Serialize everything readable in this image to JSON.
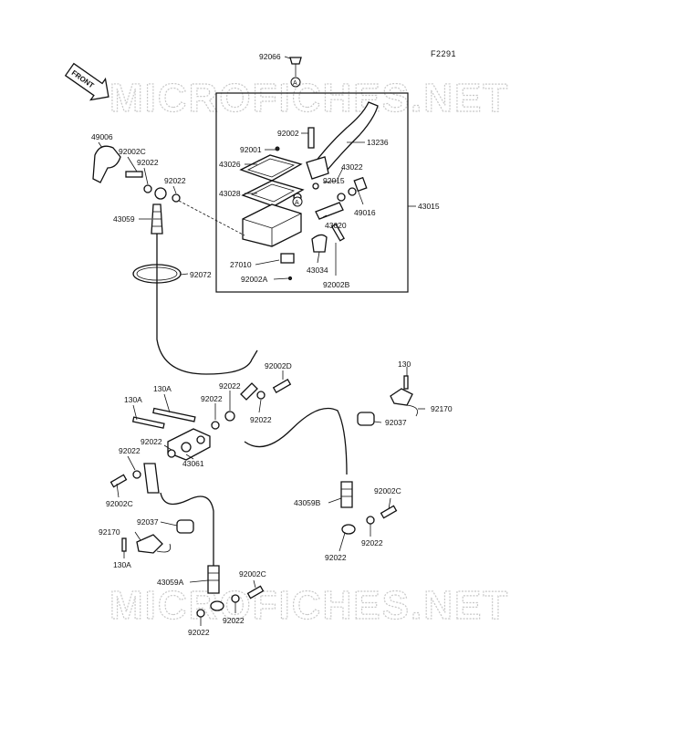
{
  "drawing_code": "F2291",
  "front_label": "FRONT",
  "ref_marker": "A",
  "watermarks": [
    "MICROFICHES.NET",
    "MICROFICHES.NET"
  ],
  "labels": {
    "p92066": "92066",
    "p92002_top": "92002",
    "p13236": "13236",
    "p92001": "92001",
    "p43026": "43026",
    "p43022": "43022",
    "p92015": "92015",
    "p43028": "43028",
    "p49016": "49016",
    "p43015": "43015",
    "p43020": "43020",
    "p27010": "27010",
    "p43034": "43034",
    "p92002A_top": "92002A",
    "p92002B": "92002B",
    "p49006": "49006",
    "p92002C_left": "92002C",
    "p92022_a": "92022",
    "p92022_b": "92022",
    "p43059": "43059",
    "p92072": "92072",
    "p92002D": "92002D",
    "p130_right": "130",
    "p92170_right": "92170",
    "p92037_right": "92037",
    "p130A_left": "130A",
    "p130A_mid": "130A",
    "p92022_c": "92022",
    "p92022_d": "92022",
    "p92022_e": "92022",
    "p92022_f": "92022",
    "p43061": "43061",
    "p92022_g": "92022",
    "p92002C_lower": "92002C",
    "p43059B": "43059B",
    "p92002C_right": "92002C",
    "p92037_left": "92037",
    "p92170_left": "92170",
    "p130A_bottom": "130A",
    "p92022_h": "92022",
    "p92022_i": "92022",
    "p43059A": "43059A",
    "p92002C_bottom": "92002C",
    "p92022_j": "92022",
    "p92022_k": "92022"
  }
}
